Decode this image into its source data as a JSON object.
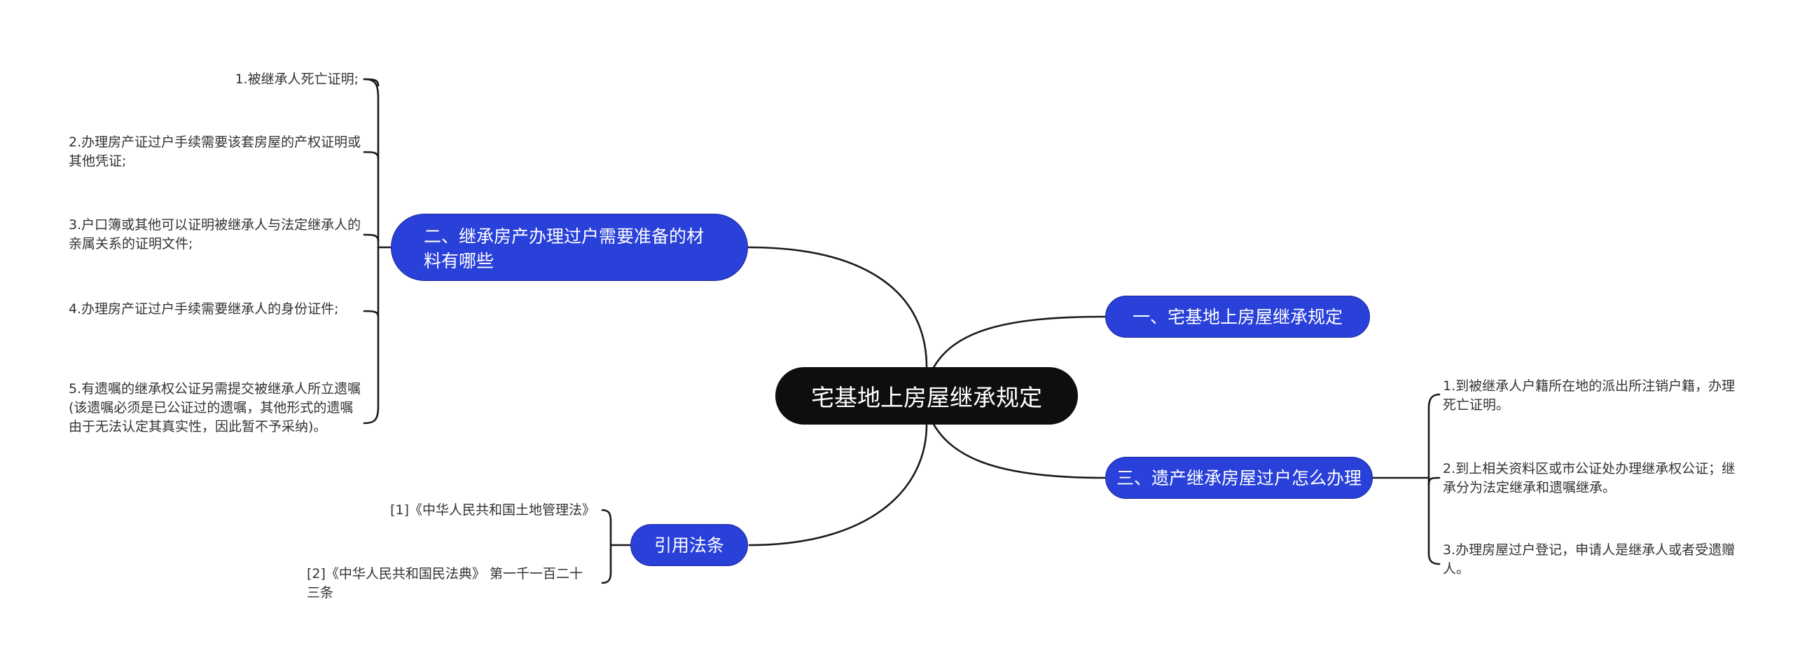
{
  "root": {
    "label": "宅基地上房屋继承规定"
  },
  "branches": [
    {
      "label": "二、继承房产办理过户需要准备的材料有哪些",
      "children": [
        "1.被继承人死亡证明;",
        "2.办理房产证过户手续需要该套房屋的产权证明或其他凭证;",
        "3.户口簿或其他可以证明被继承人与法定继承人的亲属关系的证明文件;",
        "4.办理房产证过户手续需要继承人的身份证件;",
        "5.有遗嘱的继承权公证另需提交被继承人所立遗嘱(该遗嘱必须是已公证过的遗嘱，其他形式的遗嘱由于无法认定其真实性，因此暂不予采纳)。"
      ]
    },
    {
      "label": "引用法条",
      "children": [
        "[1]《中华人民共和国土地管理法》",
        "[2]《中华人民共和国民法典》 第一千一百二十三条"
      ]
    },
    {
      "label": "一、宅基地上房屋继承规定",
      "children": []
    },
    {
      "label": "三、遗产继承房屋过户怎么办理",
      "children": [
        "1.到被继承人户籍所在地的派出所注销户籍，办理死亡证明。",
        "2.到上相关资料区或市公证处办理继承权公证；继承分为法定继承和遗嘱继承。",
        "3.办理房屋过户登记，申请人是继承人或者受遗赠人。"
      ]
    }
  ],
  "colors": {
    "root_fill": "#0e0e0e",
    "branch_fill": "#2940d9",
    "line": "#1a1a1a",
    "leaf_text": "#333333"
  }
}
